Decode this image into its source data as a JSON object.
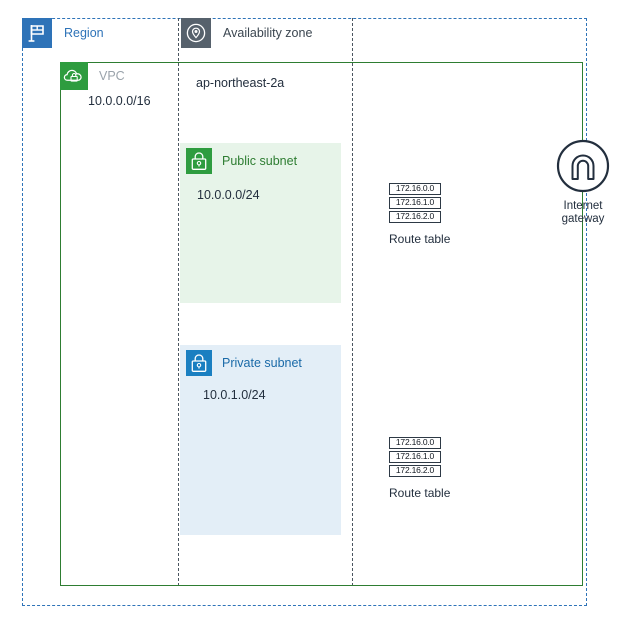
{
  "diagram": {
    "region": {
      "label": "Region",
      "icon": "region-flag-icon",
      "color": "#2e73b8"
    },
    "availability_zone": {
      "label": "Availability zone",
      "name": "ap-northeast-2a",
      "icon": "availability-zone-pin-icon",
      "color": "#56616c"
    },
    "vpc": {
      "label": "VPC",
      "cidr": "10.0.0.0/16",
      "icon": "vpc-cloud-lock-icon",
      "color": "#2e7d32"
    },
    "subnets": [
      {
        "label": "Public subnet",
        "cidr": "10.0.0.0/24",
        "icon": "subnet-lock-icon",
        "color": "#2e7d32",
        "fill": "#e7f4e9"
      },
      {
        "label": "Private subnet",
        "cidr": "10.0.1.0/24",
        "icon": "subnet-lock-icon",
        "color": "#1a6aa8",
        "fill": "#e3eef7"
      }
    ],
    "route_tables": [
      {
        "caption": "Route table",
        "routes": [
          "172.16.0.0",
          "172.16.1.0",
          "172.16.2.0"
        ]
      },
      {
        "caption": "Route table",
        "routes": [
          "172.16.0.0",
          "172.16.1.0",
          "172.16.2.0"
        ]
      }
    ],
    "internet_gateway": {
      "caption_line1": "Internet",
      "caption_line2": "gateway",
      "icon": "internet-gateway-icon",
      "color": "#232f3e"
    }
  }
}
